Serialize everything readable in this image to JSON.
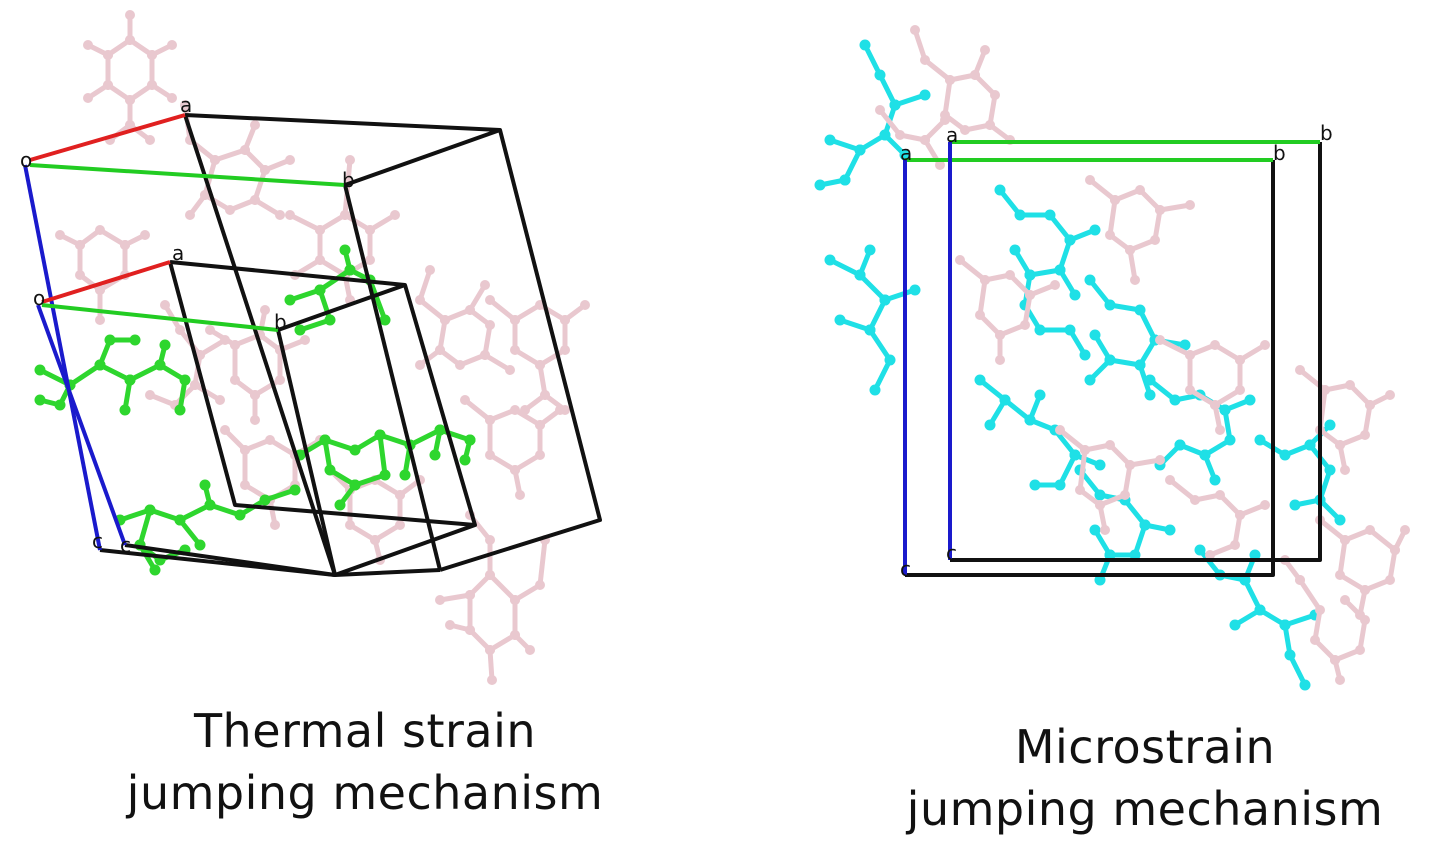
{
  "panels": {
    "left": {
      "caption_line1": "Thermal strain",
      "caption_line2": "jumping mechanism",
      "cell_labels": {
        "origin_1": "o",
        "a_1": "a",
        "b_1": "b",
        "c_1": "c",
        "origin_2": "o",
        "a_2": "a",
        "b_2": "b",
        "c_2": "c"
      }
    },
    "right": {
      "caption_line1": "Microstrain",
      "caption_line2": "jumping mechanism",
      "cell_labels": {
        "a_1": "a",
        "b_1": "b",
        "c_1": "c",
        "a_2": "a",
        "b_2": "b",
        "c_2": "c"
      }
    }
  },
  "colors": {
    "axis_a": "#e02020",
    "axis_b": "#22cc22",
    "axis_c": "#1a1acc",
    "cell_edge": "#111111",
    "molecule_pink": "#e9c8cf",
    "molecule_green": "#2ed62e",
    "molecule_cyan": "#1fe0e6"
  }
}
